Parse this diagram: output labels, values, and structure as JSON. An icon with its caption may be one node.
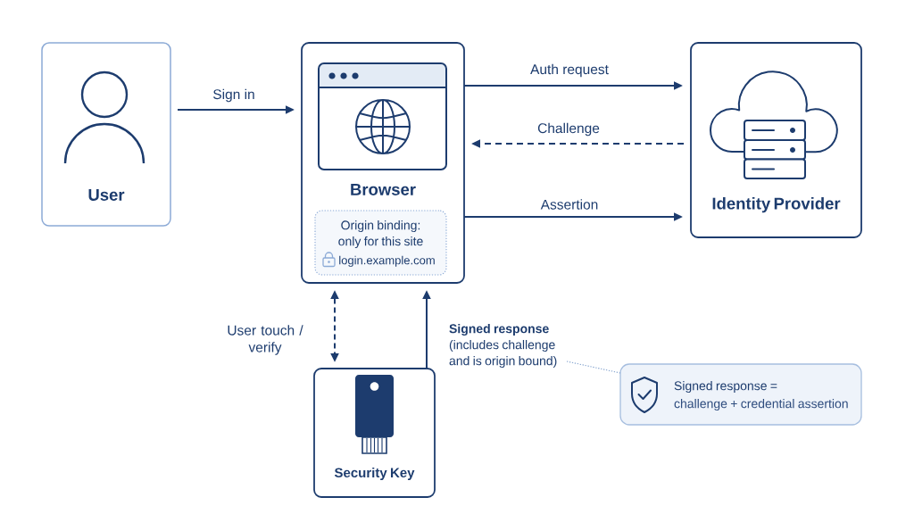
{
  "diagram": {
    "nodes": [
      {
        "text": [
          "User"
        ]
      },
      {
        "text": [
          "Browser"
        ]
      },
      {
        "text": [
          "Origin binding: only for this site",
          "login.example.com"
        ],
        "in": 1
      },
      {
        "text": [
          "Identity Provider"
        ]
      },
      {
        "text": [
          "Security Key"
        ]
      },
      {
        "text": [
          "Signed response",
          "(includes challenge and is origin bound)"
        ]
      },
      {
        "text": [
          "Signed response =",
          "challenge + credential assertion"
        ]
      }
    ],
    "edges": [
      {
        "from": 0,
        "to": 1,
        "arrow": "to",
        "label": "Sign in"
      },
      {
        "from": 1,
        "to": 3,
        "arrow": "to",
        "label": "Auth request"
      },
      {
        "from": 3,
        "to": 1,
        "arrow": "to",
        "label": "Challenge",
        "style": "dashed"
      },
      {
        "from": 1,
        "to": 3,
        "arrow": "to",
        "label": "Assertion"
      },
      {
        "from": 1,
        "to": 4,
        "arrow": "both",
        "label": "User touch / verify",
        "style": "dashed"
      },
      {
        "from": 4,
        "to": 1,
        "arrow": "to"
      },
      {
        "from": 5,
        "to": 6,
        "arrow": "none",
        "style": "dashed",
        "color": "#7f9fcc"
      }
    ]
  }
}
